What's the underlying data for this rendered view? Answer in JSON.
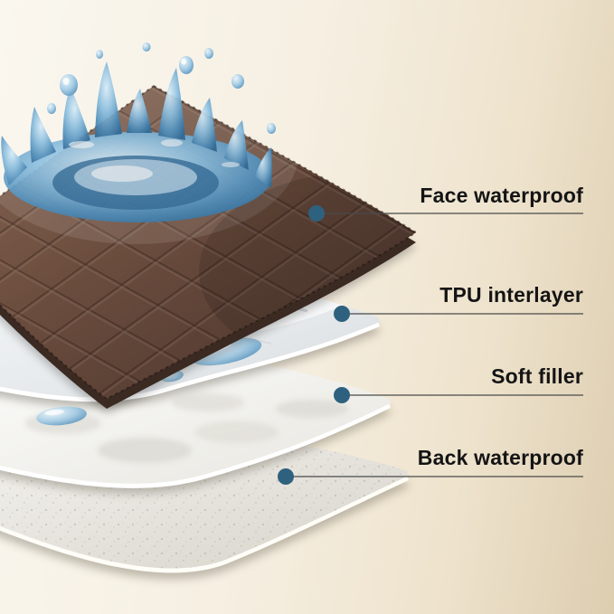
{
  "scene": {
    "description": "Exploded diagram of a four-layer waterproof fabric pad with water splash",
    "callouts": [
      {
        "label": "Face waterproof"
      },
      {
        "label": "TPU interlayer"
      },
      {
        "label": "Soft filler"
      },
      {
        "label": "Back waterproof"
      }
    ],
    "colors": {
      "background_left": "#faf7ef",
      "background_right": "#ddcdb0",
      "face_layer_brown": "#5f463a",
      "tpu_layer": "#e7ebed",
      "filler_layer": "#fbfbf8",
      "back_layer": "#e9e6df",
      "water_blue": "#5f9cc6",
      "callout_dot": "#2e617e",
      "callout_line": "#4a4a4a",
      "label_text": "#141414"
    }
  }
}
